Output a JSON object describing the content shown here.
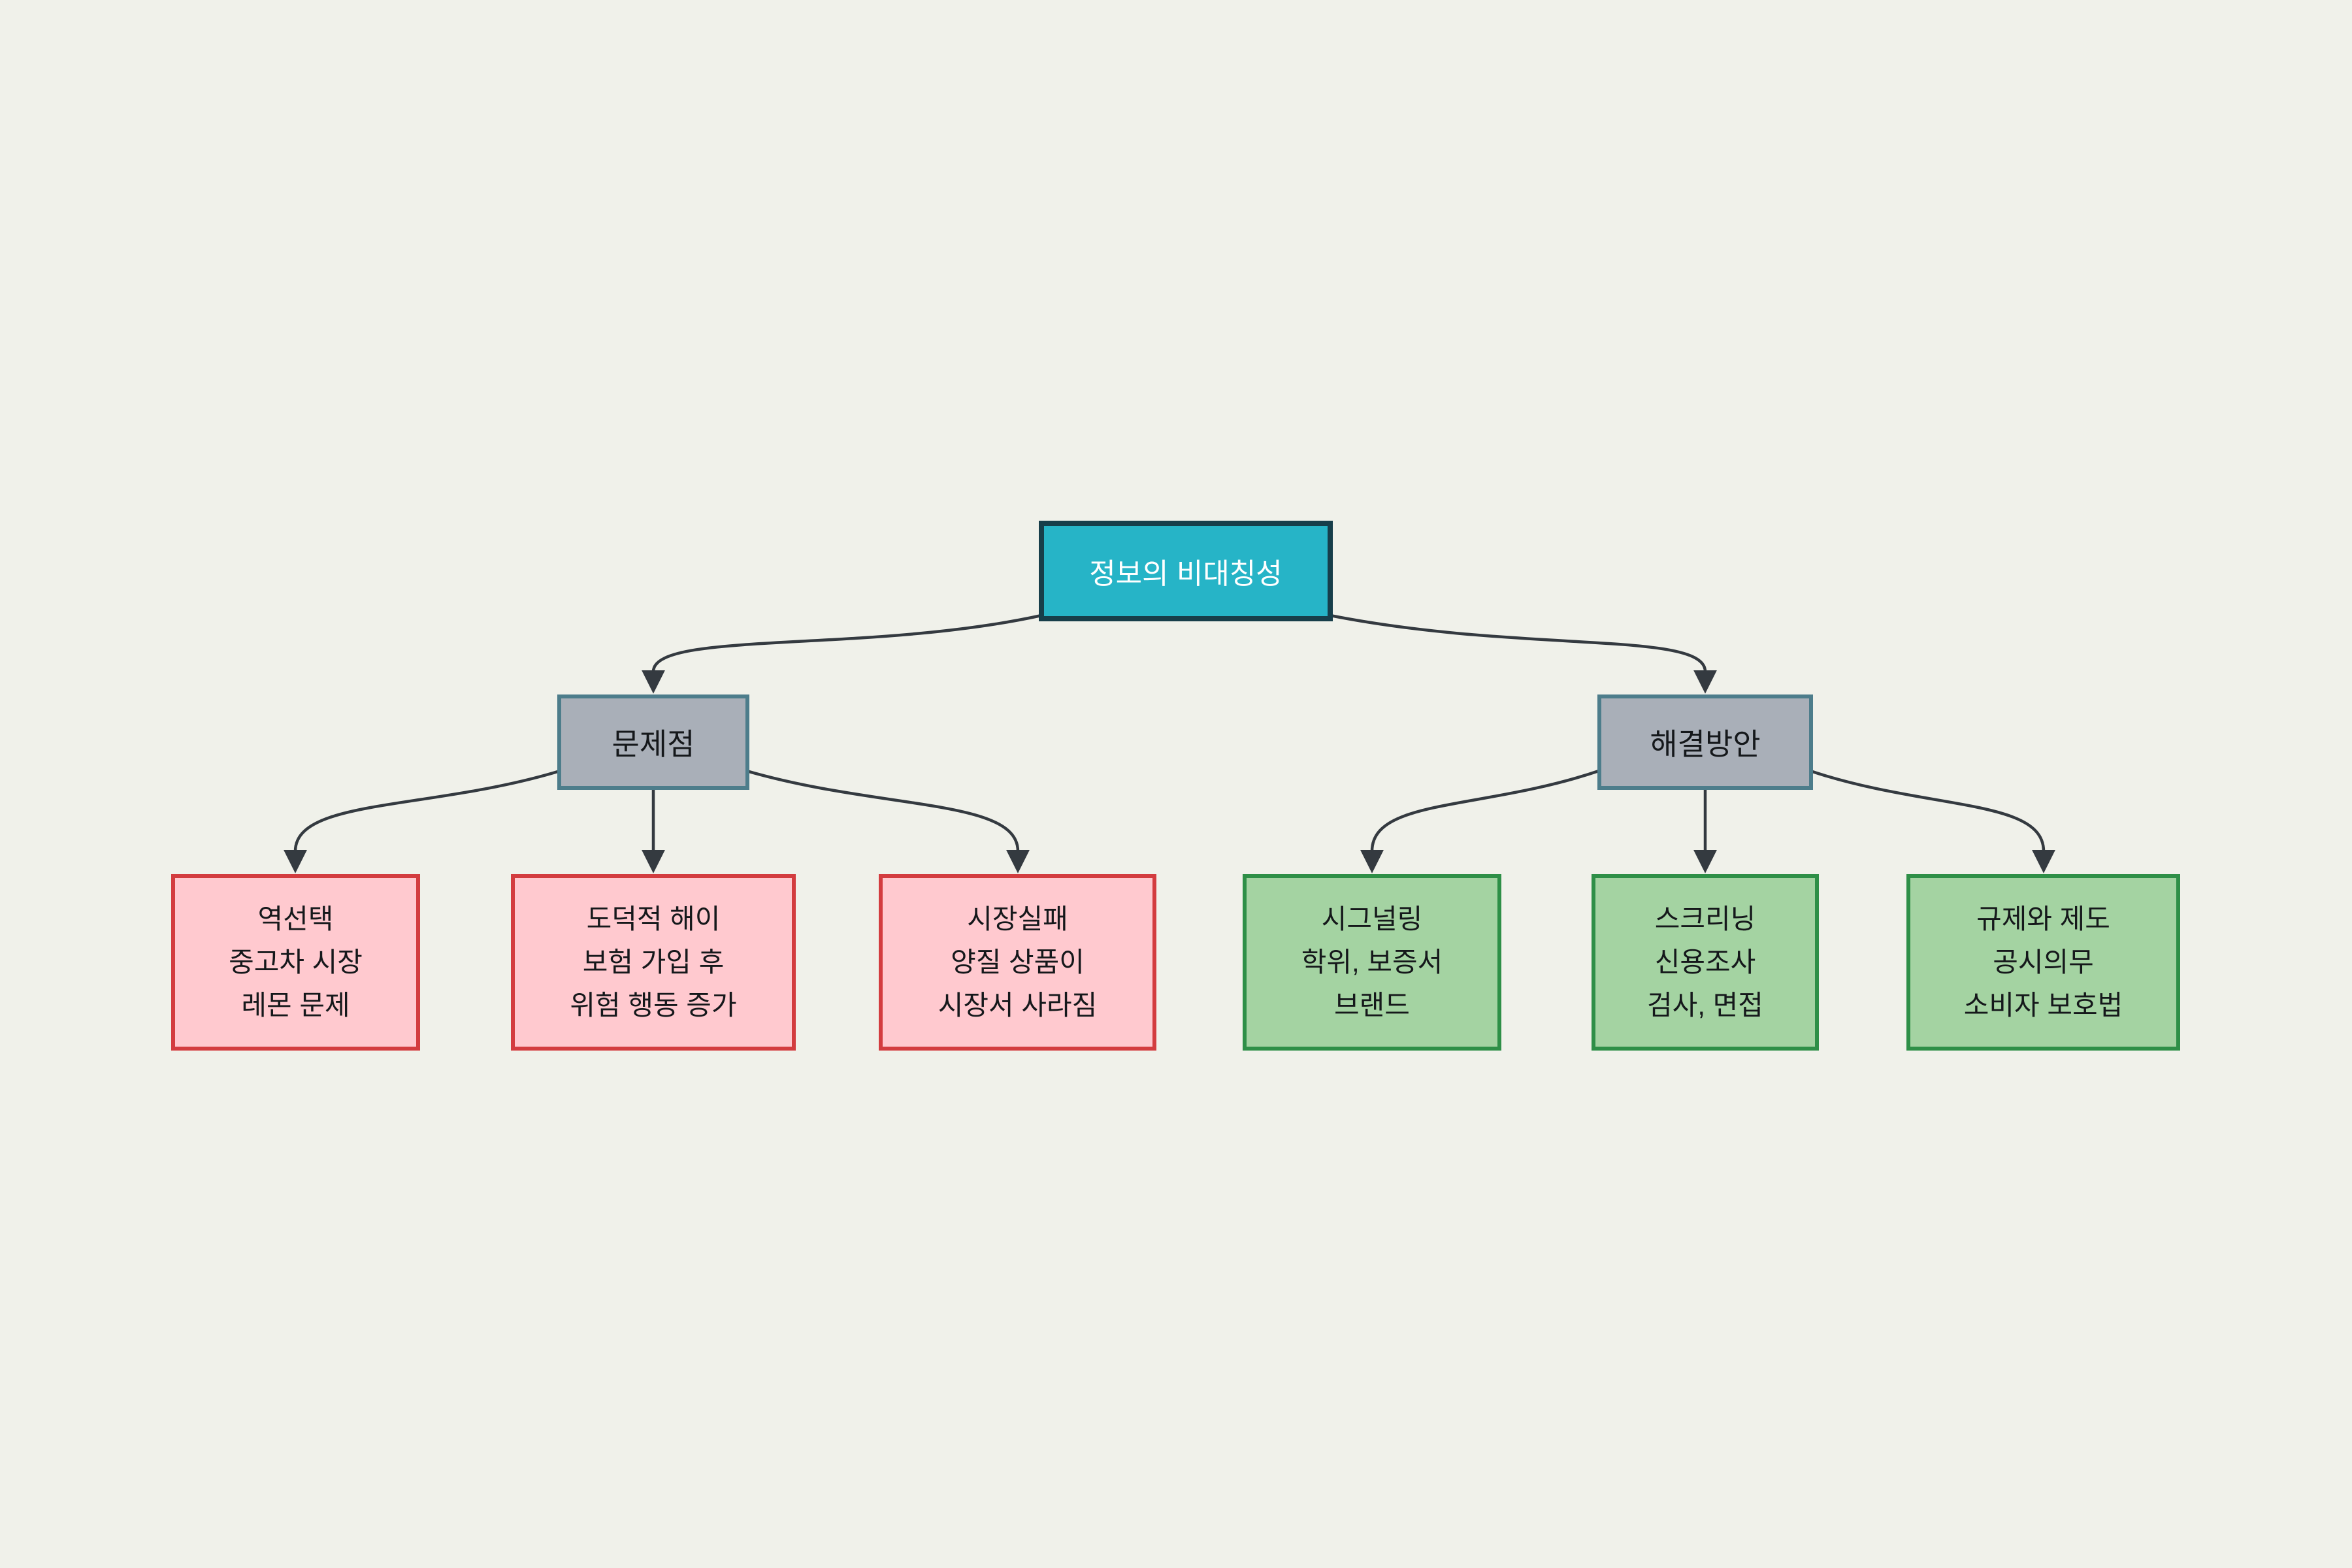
{
  "diagram": {
    "background_color": "#f0f1ea",
    "edge_color": "#343a40",
    "nodes": {
      "root": {
        "label": "정보의 비대칭성",
        "fill": "#26b4c7",
        "border": "#173e4a",
        "text_color": "#ffffff"
      },
      "problems": {
        "label": "문제점",
        "fill": "#a9afb8",
        "border": "#4d7d8b",
        "text_color": "#15181b"
      },
      "solutions": {
        "label": "해결방안",
        "fill": "#a9afb8",
        "border": "#4d7d8b",
        "text_color": "#15181b"
      },
      "adverse_selection": {
        "lines": [
          "역선택",
          "중고차 시장",
          "레몬 문제"
        ],
        "fill": "#ffc9cf",
        "border": "#d33c3f",
        "text_color": "#15181b"
      },
      "moral_hazard": {
        "lines": [
          "도덕적 해이",
          "보험 가입 후",
          "위험 행동 증가"
        ],
        "fill": "#ffc9cf",
        "border": "#d33c3f",
        "text_color": "#15181b"
      },
      "market_failure": {
        "lines": [
          "시장실패",
          "양질 상품이",
          "시장서 사라짐"
        ],
        "fill": "#ffc9cf",
        "border": "#d33c3f",
        "text_color": "#15181b"
      },
      "signaling": {
        "lines": [
          "시그널링",
          "학위, 보증서",
          "브랜드"
        ],
        "fill": "#a4d3a2",
        "border": "#2e8f47",
        "text_color": "#15181b"
      },
      "screening": {
        "lines": [
          "스크리닝",
          "신용조사",
          "검사, 면접"
        ],
        "fill": "#a4d3a2",
        "border": "#2e8f47",
        "text_color": "#15181b"
      },
      "regulation": {
        "lines": [
          "규제와 제도",
          "공시의무",
          "소비자 보호법"
        ],
        "fill": "#a4d3a2",
        "border": "#2e8f47",
        "text_color": "#15181b"
      }
    },
    "edges": [
      {
        "from": "root",
        "to": "problems"
      },
      {
        "from": "root",
        "to": "solutions"
      },
      {
        "from": "problems",
        "to": "adverse_selection"
      },
      {
        "from": "problems",
        "to": "moral_hazard"
      },
      {
        "from": "problems",
        "to": "market_failure"
      },
      {
        "from": "solutions",
        "to": "signaling"
      },
      {
        "from": "solutions",
        "to": "screening"
      },
      {
        "from": "solutions",
        "to": "regulation"
      }
    ]
  }
}
